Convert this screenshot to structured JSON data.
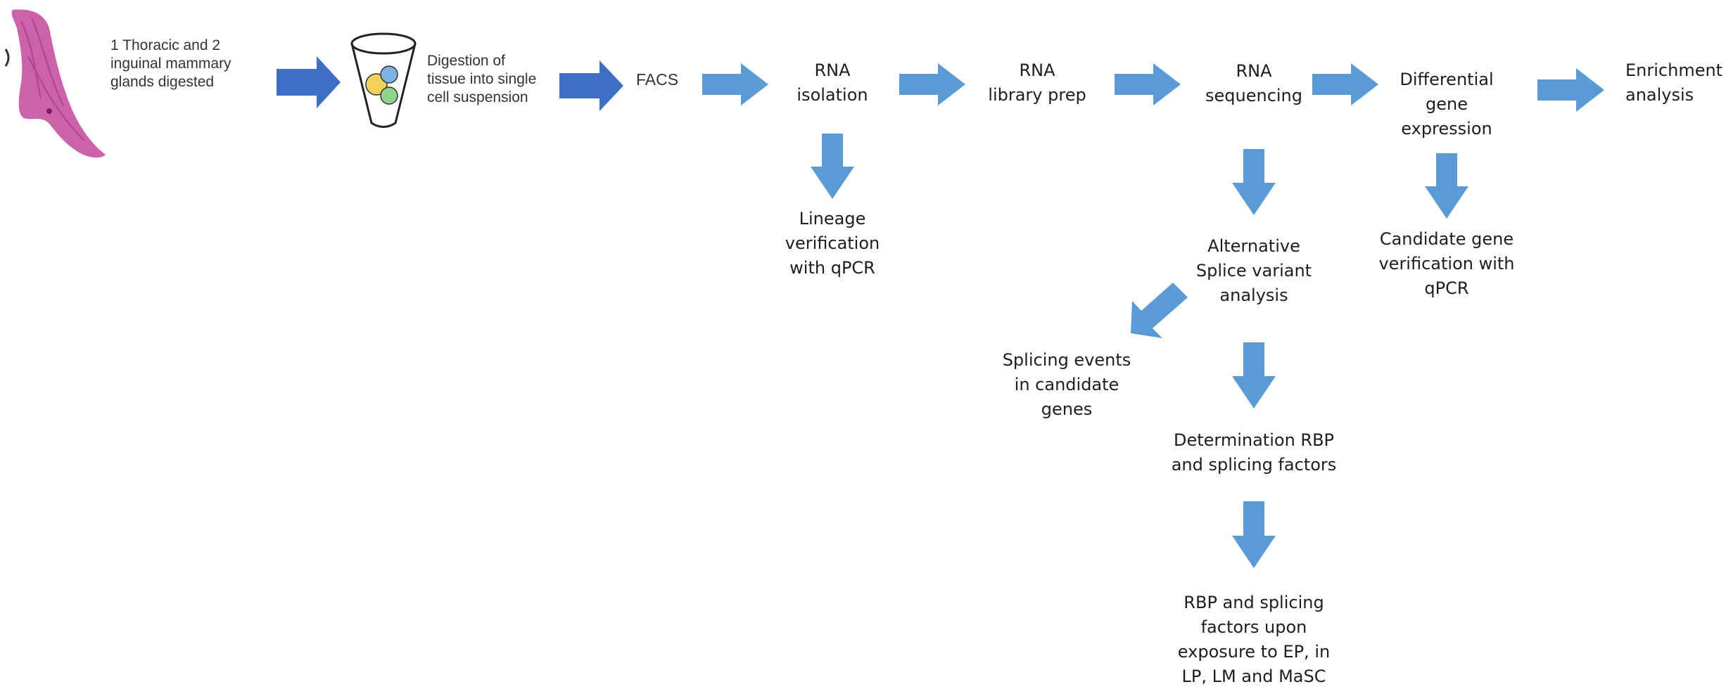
{
  "colors": {
    "arrow_dark": "#3E6FC4",
    "arrow_light": "#5B9BD5",
    "tissue": "#C2479B"
  },
  "icons": {
    "tissue": "mammary-gland-tissue-image",
    "tube": "tube-with-cells-image"
  },
  "steps": {
    "glands": "1 Thoracic and 2\ninguinal mammary\nglands digested",
    "digestion": "Digestion of\ntissue into single\ncell suspension",
    "facs": "FACS",
    "rna_isolation": "RNA\nisolation",
    "library_prep": "RNA\nlibrary prep",
    "sequencing": "RNA\nsequencing",
    "dge": "Differential\ngene\nexpression",
    "enrichment": "Enrichment\nanalysis",
    "lineage": "Lineage\nverification\nwith qPCR",
    "alt_splice": "Alternative\nSplice variant\nanalysis",
    "candidate": "Candidate gene\nverification with\nqPCR",
    "splicing_events": "Splicing events\nin candidate\ngenes",
    "determination": "Determination RBP\nand splicing factors",
    "rbp_exposure": "RBP and splicing\nfactors upon\nexposure to EP, in\nLP, LM and MaSC"
  }
}
